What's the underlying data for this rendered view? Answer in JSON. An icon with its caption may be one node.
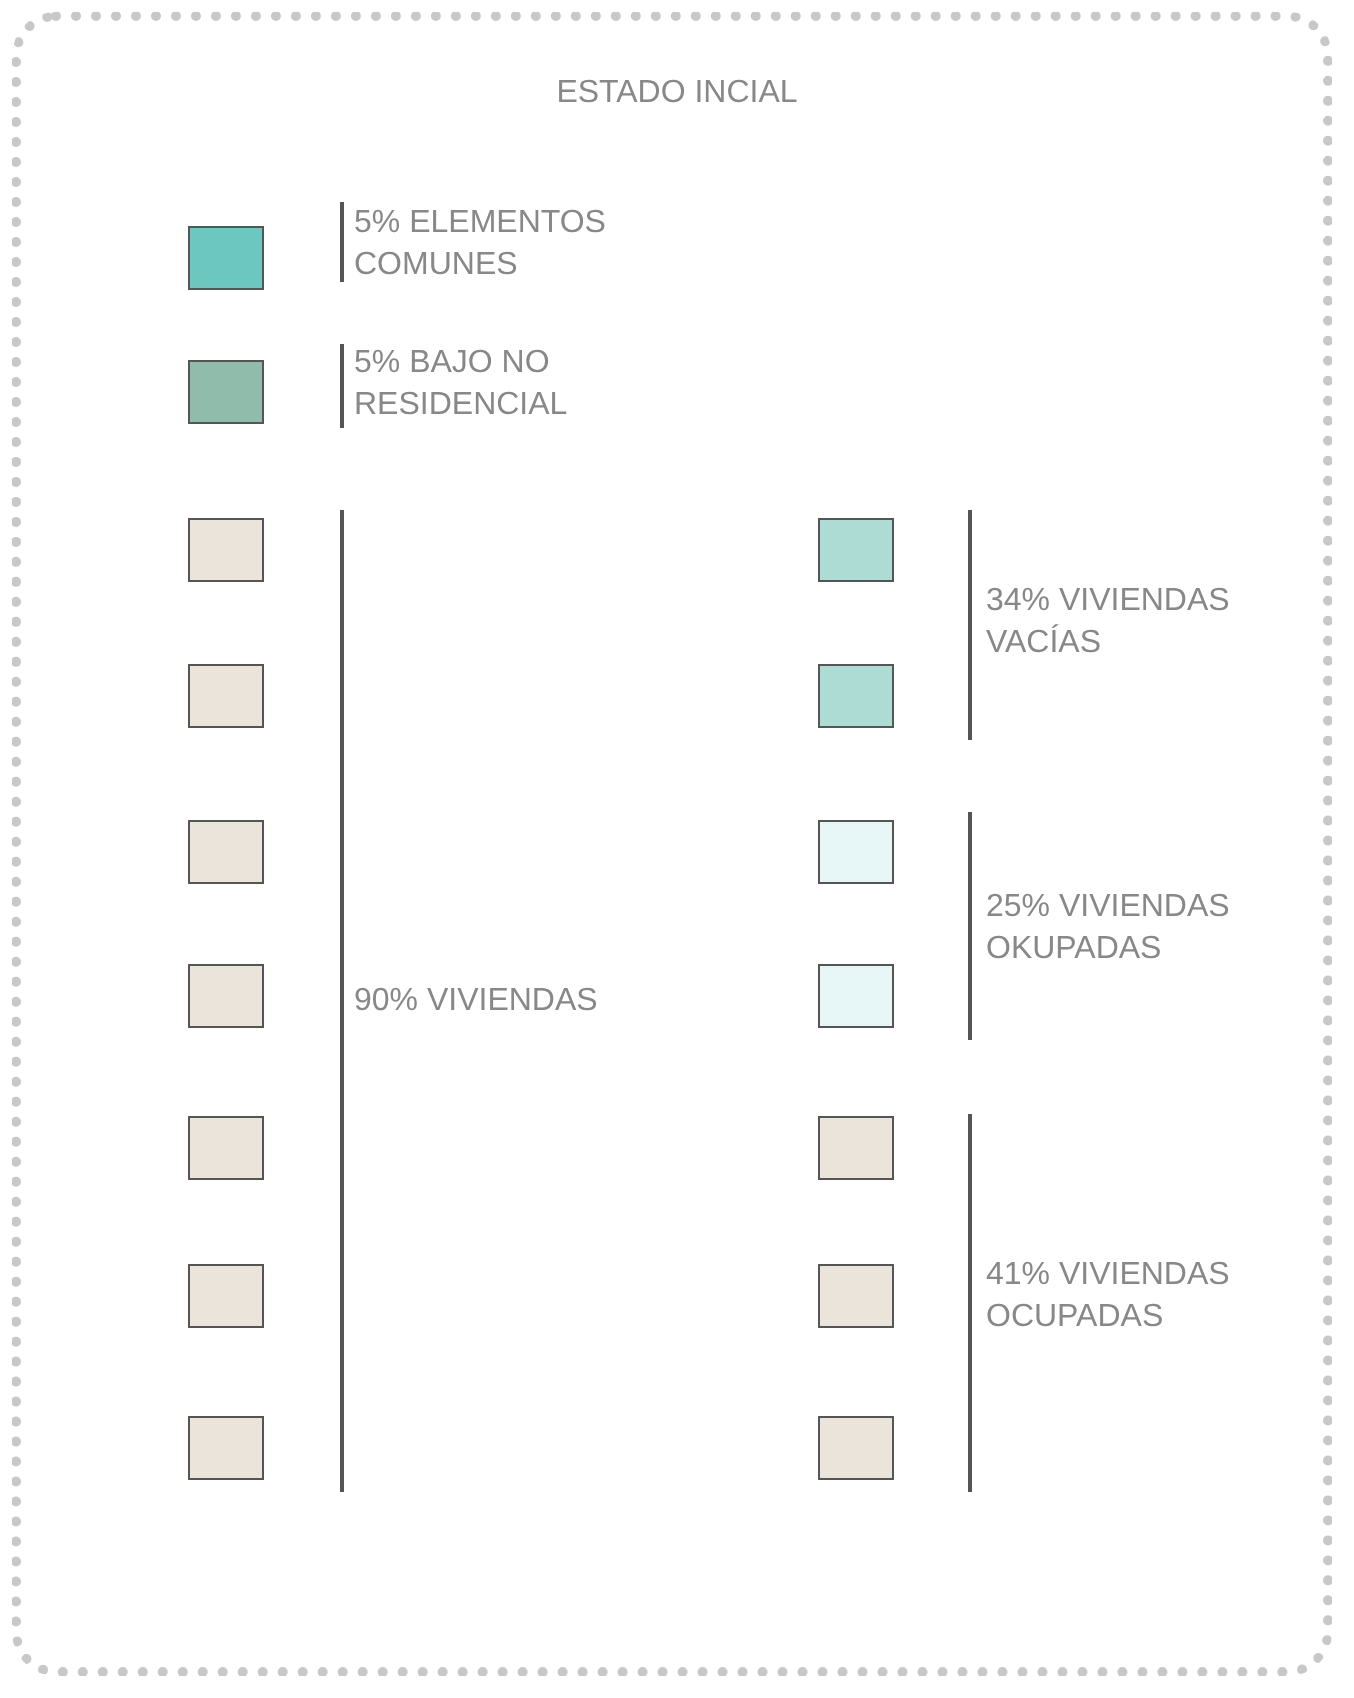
{
  "diagram": {
    "title": "ESTADO INCIAL",
    "legend": [
      {
        "text": "5% ELEMENTOS COMUNES",
        "color": "#6cc7c0"
      },
      {
        "text": "5% BAJO NO RESIDENCIAL",
        "color": "#8fbcab"
      },
      {
        "text": "90% VIVIENDAS",
        "color": "#ebe4da"
      },
      {
        "text": "34% VIVIENDAS VACÍAS",
        "color": "#acdcd4"
      },
      {
        "text": "25% VIVIENDAS OKUPADAS",
        "color": "#e7f6f6"
      },
      {
        "text": "41% VIVIENDAS OCUPADAS",
        "color": "#ebe4da"
      }
    ]
  }
}
